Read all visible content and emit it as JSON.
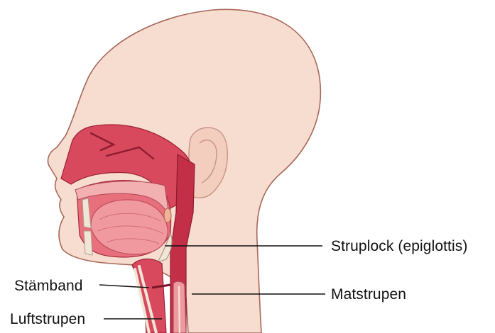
{
  "labels": {
    "epiglottis": "Struplock (epiglottis)",
    "esophagus": "Matstrupen",
    "vocal_cords": "Stämband",
    "trachea": "Luftstrupen"
  },
  "colors": {
    "skin": "#f6ddd0",
    "skin_outline": "#a8685a",
    "tissue": "#d9495e",
    "tissue_dark": "#b8283f",
    "mucosa": "#ec9a9e",
    "bone": "#efe6d7",
    "leader": "#111111"
  }
}
